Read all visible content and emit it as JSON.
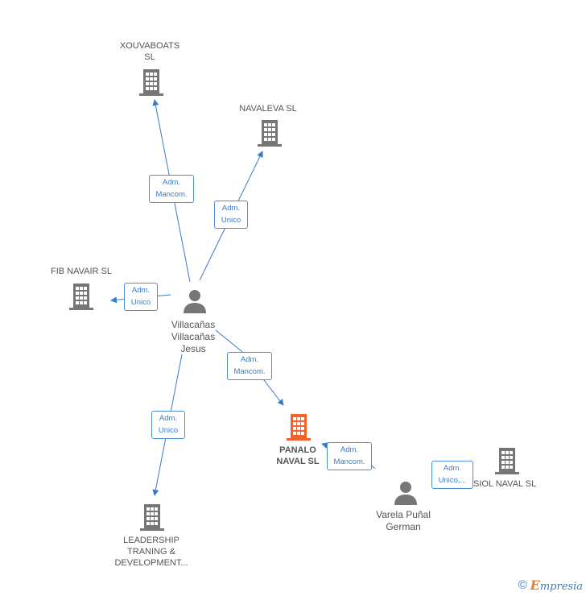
{
  "colors": {
    "edge": "#3a7bc8",
    "building": "#767676",
    "building_highlight": "#f0622e",
    "person": "#767676"
  },
  "companies": {
    "xouvaboats": {
      "line1": "XOUVABOATS",
      "line2": "SL"
    },
    "navaleva": {
      "line1": "NAVALEVA  SL"
    },
    "fib_navair": {
      "line1": "FIB NAVAIR  SL"
    },
    "panalo": {
      "line1": "PANALO",
      "line2": "NAVAL  SL"
    },
    "leadership": {
      "line1": "LEADERSHIP",
      "line2": "TRANING &",
      "line3": "DEVELOPMENT..."
    },
    "siol": {
      "line1": "SIOL NAVAL  SL"
    }
  },
  "persons": {
    "villacanas": {
      "line1": "Villacañas",
      "line2": "Villacañas",
      "line3": "Jesus"
    },
    "varela": {
      "line1": "Varela Puñal",
      "line2": "German"
    }
  },
  "relations": {
    "r1": {
      "line1": "Adm.",
      "line2": "Mancom."
    },
    "r2": {
      "line1": "Adm.",
      "line2": "Unico"
    },
    "r3": {
      "line1": "Adm.",
      "line2": "Unico"
    },
    "r4": {
      "line1": "Adm.",
      "line2": "Mancom."
    },
    "r5": {
      "line1": "Adm.",
      "line2": "Unico"
    },
    "r6": {
      "line1": "Adm.",
      "line2": "Mancom."
    },
    "r7": {
      "line1": "Adm.",
      "line2": "Unico,..."
    }
  },
  "footer": {
    "copyright": "©",
    "brand_initial": "E",
    "brand_rest": "mpresia"
  }
}
